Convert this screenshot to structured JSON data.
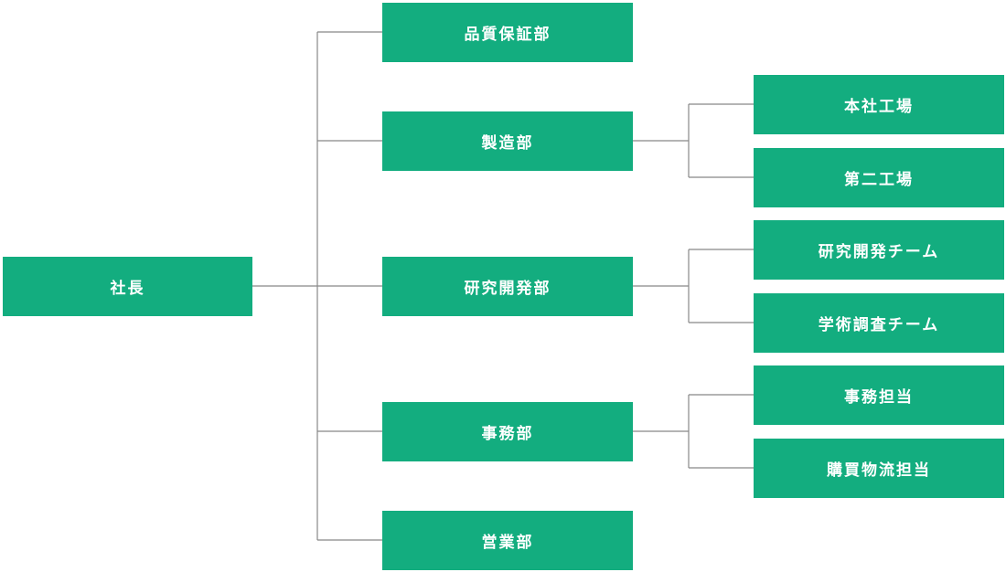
{
  "chart": {
    "root": "社長",
    "departments": [
      {
        "name": "品質保証部"
      },
      {
        "name": "製造部",
        "teams": [
          "本社工場",
          "第二工場"
        ]
      },
      {
        "name": "研究開発部",
        "teams": [
          "研究開発チーム",
          "学術調査チーム"
        ]
      },
      {
        "name": "事務部",
        "teams": [
          "事務担当",
          "購買物流担当"
        ]
      },
      {
        "name": "営業部"
      }
    ]
  },
  "colors": {
    "box": "#13ad7f",
    "text": "#ffffff",
    "line": "#888888"
  }
}
